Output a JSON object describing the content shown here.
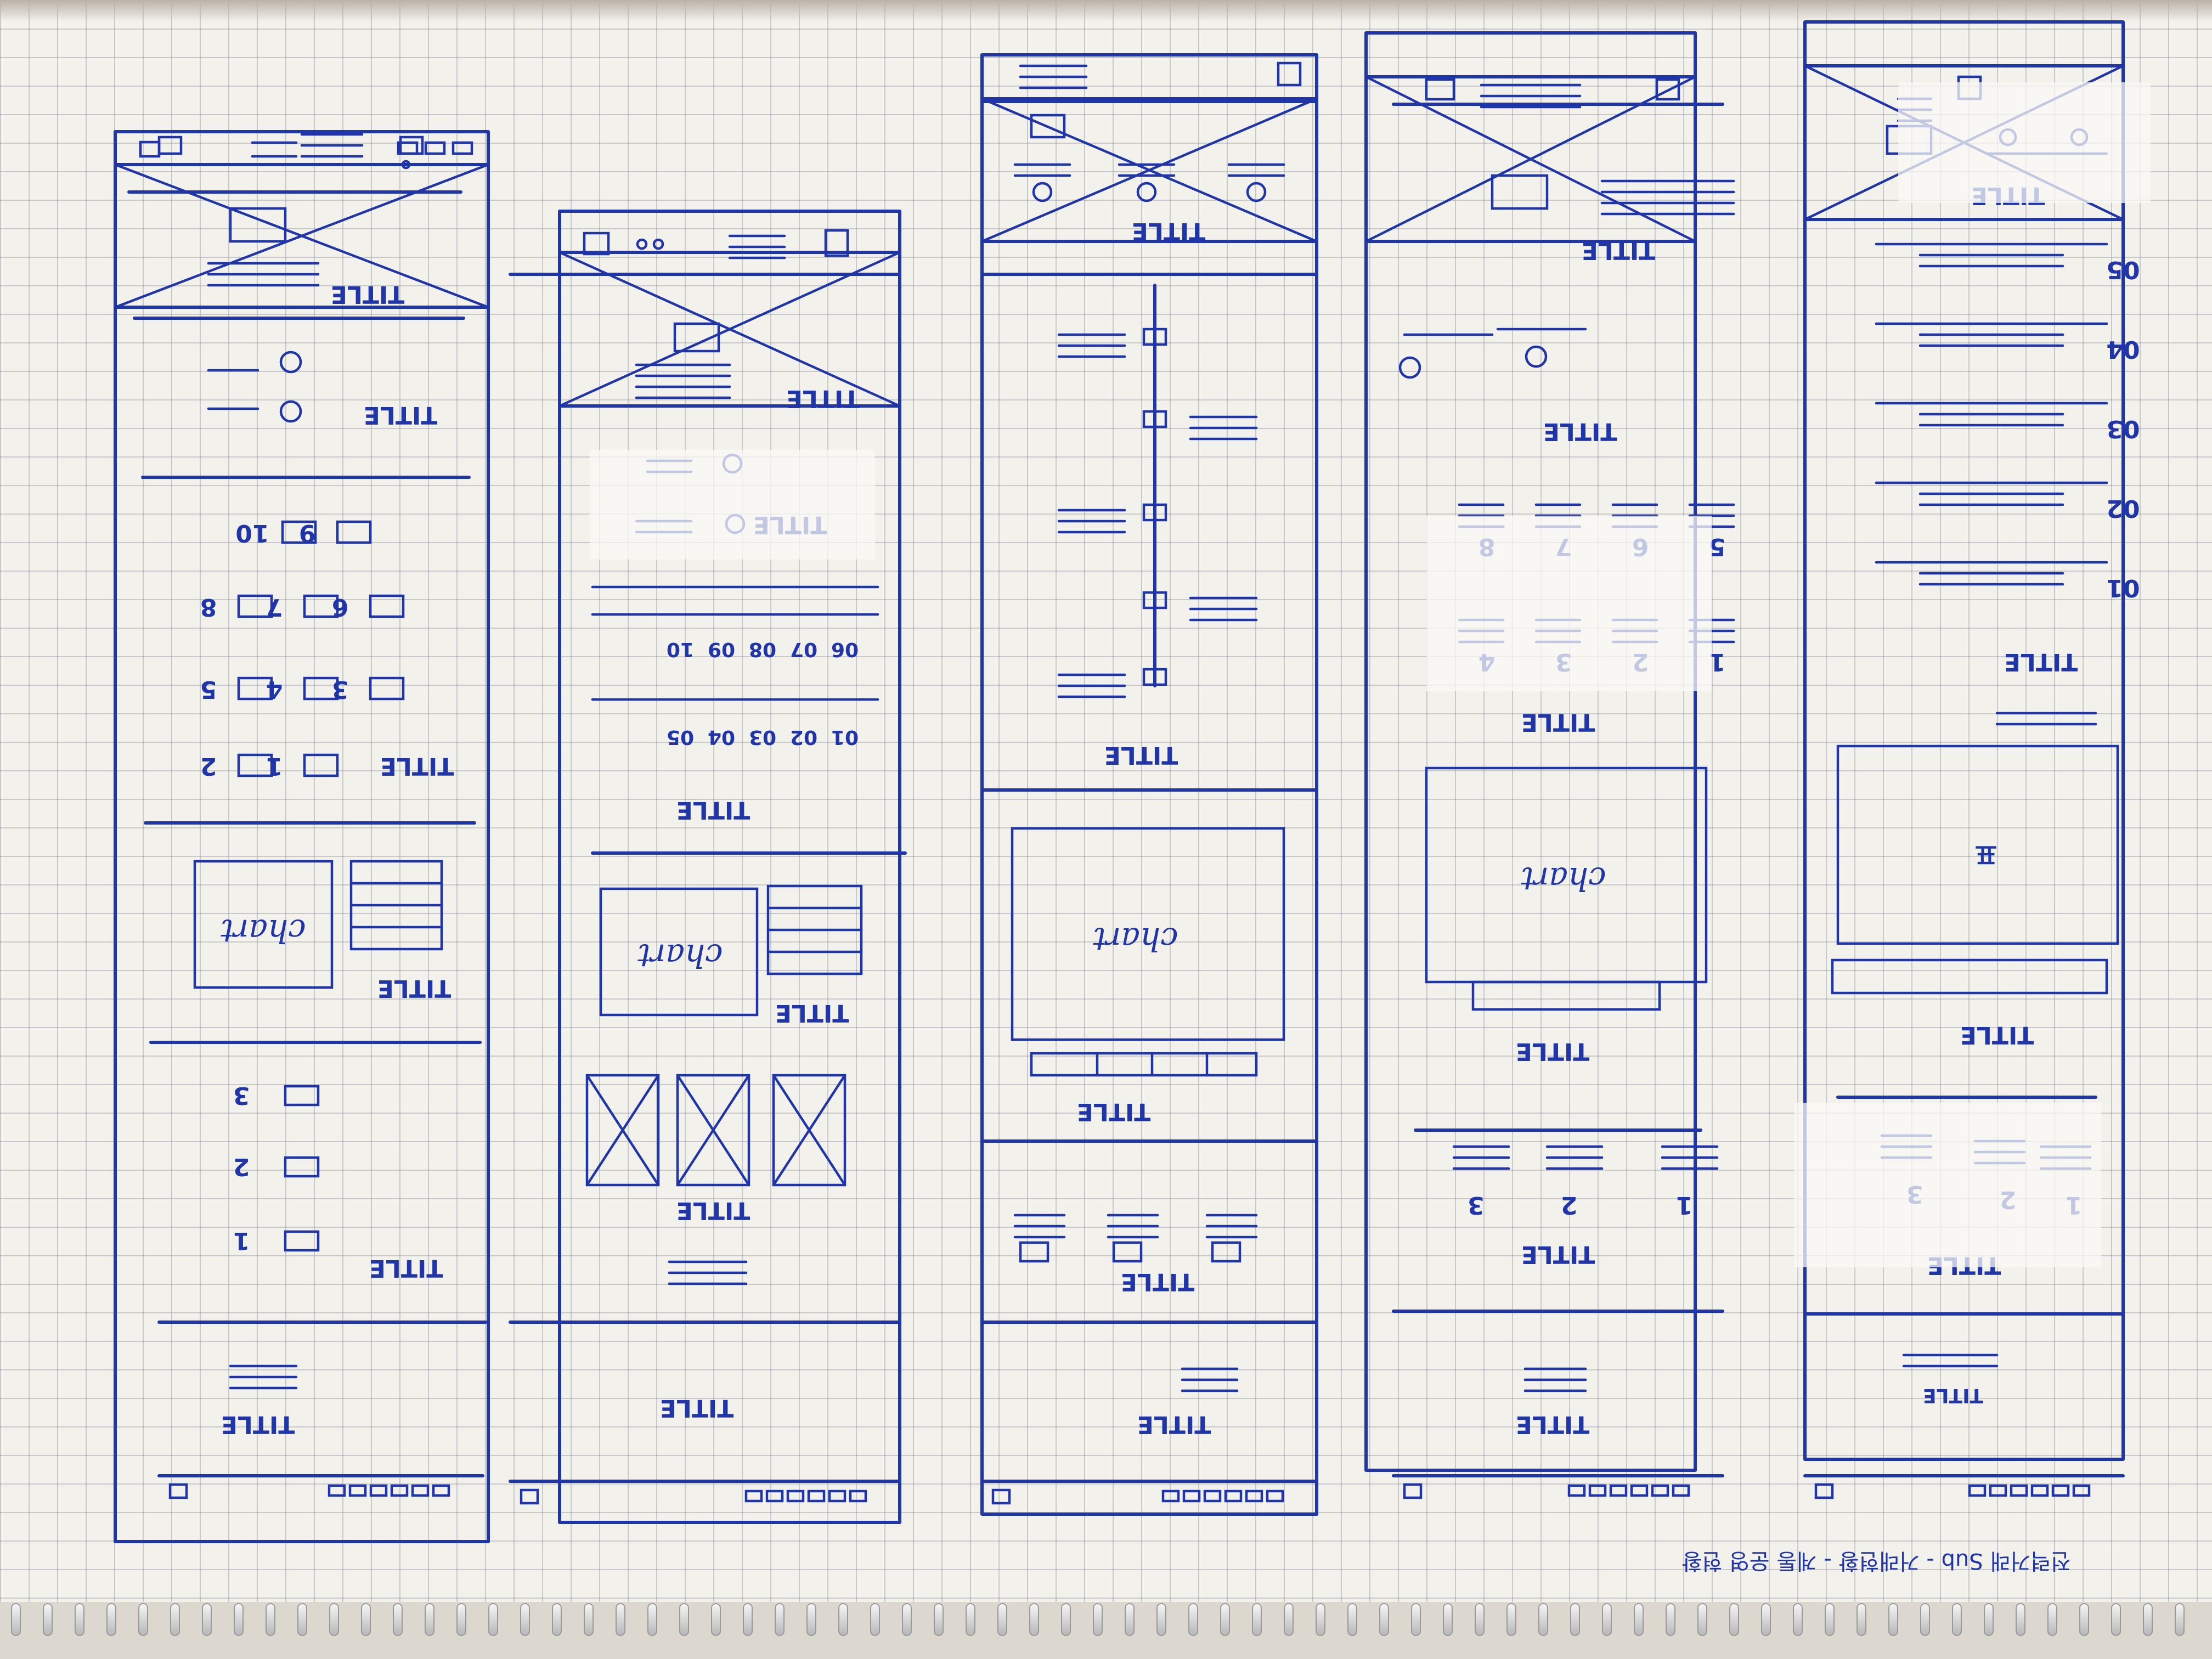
{
  "sheet": {
    "caption": "전력거래 Sub - 거래현황 - 계통 운영 현황",
    "ink_color": "#1f35a8",
    "title_label": "TITLE",
    "chart_label": "chart",
    "table_mark": "표"
  },
  "wireframe_1": {
    "list_numbers": [
      "1",
      "2",
      "3"
    ],
    "grid_numbers": [
      "2",
      "1",
      "5",
      "4",
      "3",
      "8",
      "7",
      "6",
      "10",
      "9"
    ]
  },
  "wireframe_2": {
    "row1_numbers": [
      "01",
      "02",
      "03",
      "04",
      "05"
    ],
    "row2_numbers": [
      "06",
      "07",
      "08",
      "09",
      "10"
    ]
  },
  "wireframe_3": {},
  "wireframe_4": {
    "list_numbers": [
      "1",
      "2",
      "3"
    ],
    "grid_numbers": [
      "1",
      "2",
      "3",
      "4",
      "5",
      "6",
      "7",
      "8"
    ]
  },
  "wireframe_5": {
    "list_numbers": [
      "1",
      "2",
      "3"
    ],
    "ranked_numbers": [
      "01",
      "02",
      "03",
      "04",
      "05"
    ]
  }
}
